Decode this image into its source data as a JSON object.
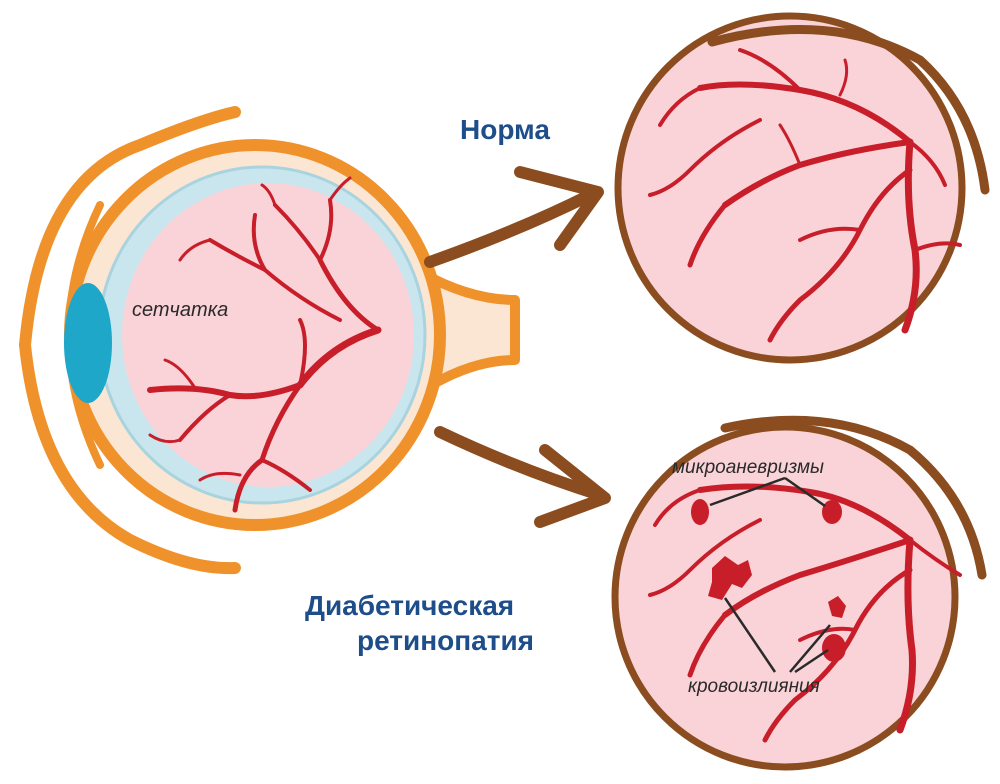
{
  "labels": {
    "normal": "Норма",
    "retina": "сетчатка",
    "diabetic_line1": "Диабетическая",
    "diabetic_line2": "ретинопатия",
    "microaneurysms": "микроаневризмы",
    "hemorrhages": "кровоизлияния"
  },
  "colors": {
    "eye_outline": "#f0922b",
    "retina_fill": "#f9d3d8",
    "vitreous_ring": "#c9e6ee",
    "lens": "#1ea7c9",
    "vessel": "#c81e2a",
    "fundus_border": "#8b4d1f",
    "arrow": "#8b4d1f",
    "title_text": "#1e4e8a"
  },
  "icons": {
    "eye": "eye-cross-section-icon",
    "normal_fundus": "normal-fundus-icon",
    "diabetic_fundus": "diabetic-fundus-icon",
    "arrow": "arrow-icon"
  }
}
